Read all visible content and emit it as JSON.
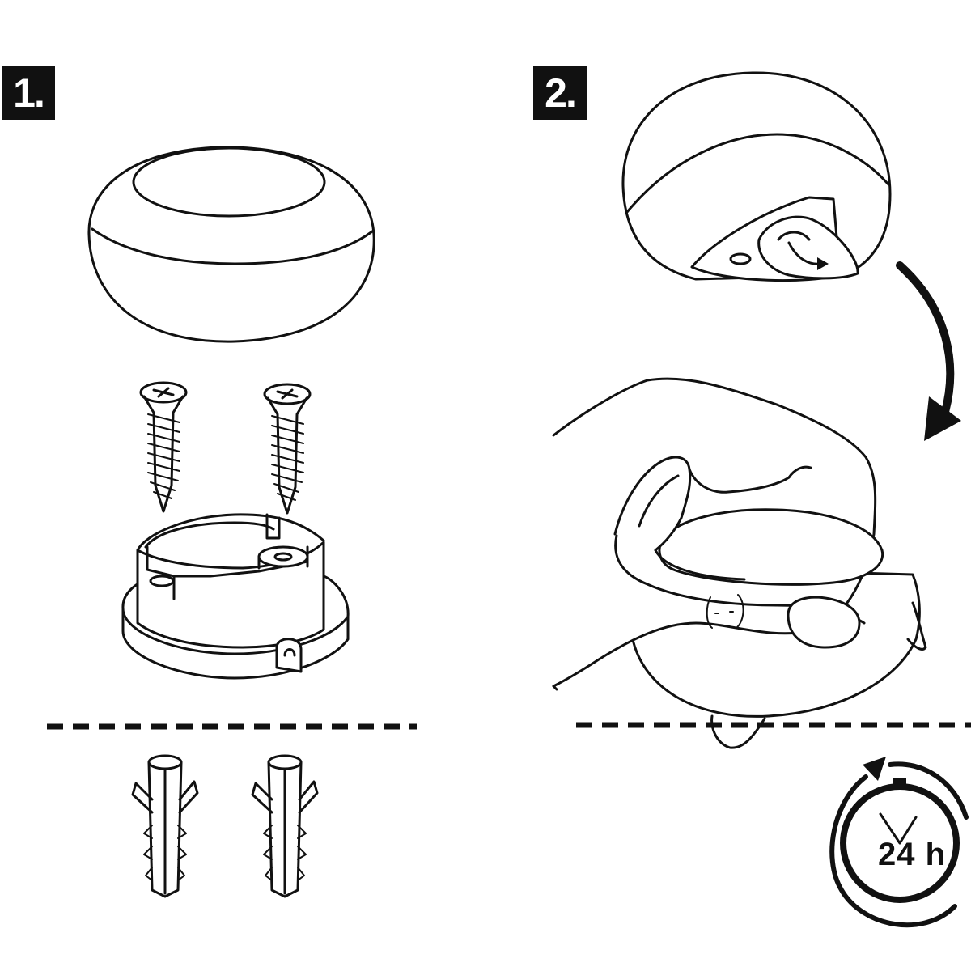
{
  "steps": [
    {
      "number": "1."
    },
    {
      "number": "2."
    }
  ],
  "timer": {
    "label": "24 h"
  },
  "icons": {
    "knob": "round-knob",
    "screw": "wood-screw",
    "base": "mounting-base",
    "anchor": "wall-plug-anchor",
    "arrow": "curved-arrow",
    "hand": "hand-pressing",
    "timer": "stopwatch-icon"
  }
}
